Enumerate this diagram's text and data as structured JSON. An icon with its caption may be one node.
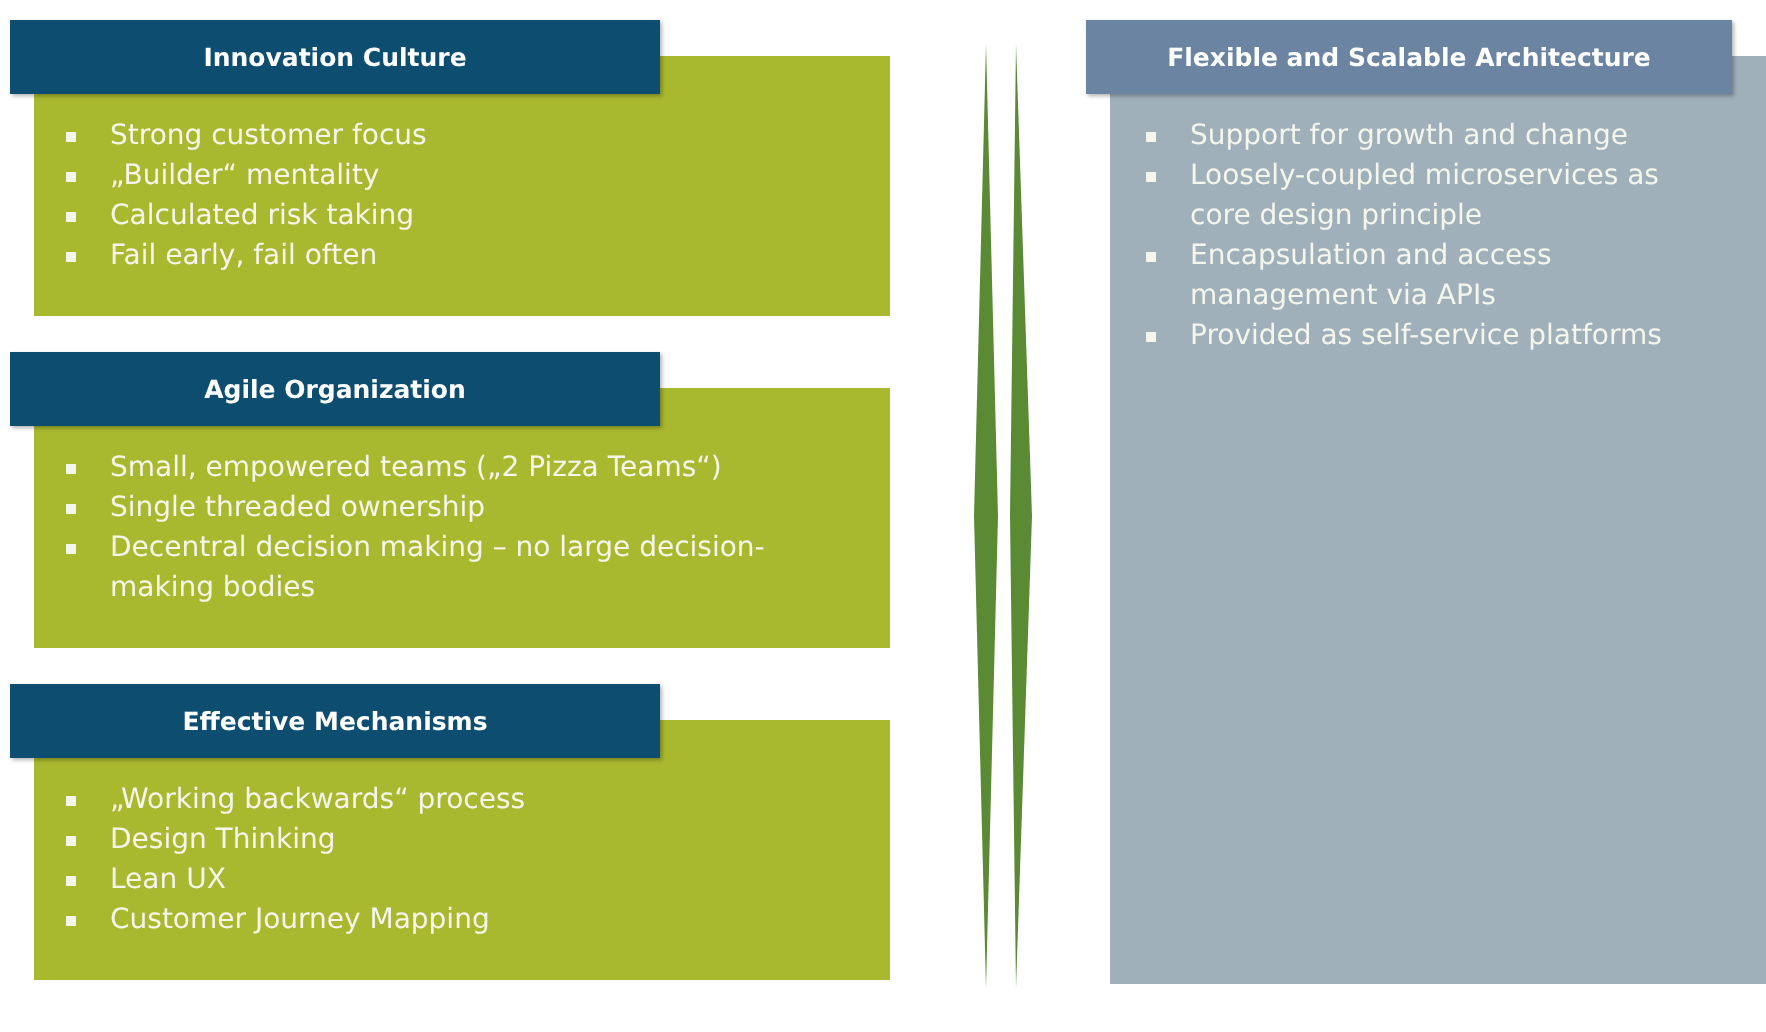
{
  "diagram": {
    "nodes": [
      {
        "text": [
          "Innovation Culture",
          "Strong customer focus",
          "„Builder“ mentality",
          "Calculated risk taking",
          "Fail early, fail often"
        ]
      },
      {
        "text": [
          "Agile Organization",
          "Small, empowered teams („2 Pizza Teams“)",
          "Single threaded ownership",
          "Decentral decision making – no large decision-making bodies"
        ]
      },
      {
        "text": [
          "Effective Mechanisms",
          "„Working backwards“ process",
          "Design Thinking",
          "Lean UX",
          "Customer Journey Mapping"
        ]
      },
      {
        "text": [
          "Flexible and Scalable Architecture",
          "Support for growth and change",
          "Loosely-coupled microservices as core design principle",
          "Encapsulation and access management via APIs",
          "Provided as self-service platforms"
        ]
      }
    ]
  }
}
